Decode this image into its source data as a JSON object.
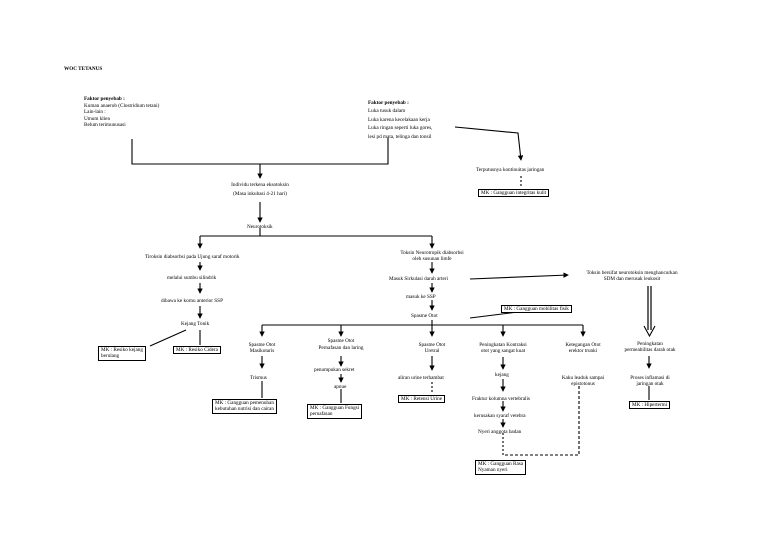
{
  "title": "WOC TETANUS",
  "cause_left": {
    "heading": "Faktor penyebab :",
    "lines": [
      "Kuman anaerob (Clostridium tetani)",
      "Lain-lain :",
      "Umum klien",
      "Belum terimunusasi"
    ]
  },
  "cause_right": {
    "heading": "Faktor penyebab :",
    "lines": [
      "Luka tusuk dalam",
      "Luka karena kecelakaan kerja",
      "Luka ringan seperti luka gores,",
      "lesi pd mata, telinga dan tonsil"
    ]
  },
  "skin": {
    "text": "Terputusnya kontinuitas jaringan",
    "dx": "MK : Gangguan  integritas kulit"
  },
  "main": {
    "individu": [
      "Individu terkena eksotoksin",
      "(Masa inkubasi 4-21 hari)"
    ],
    "neurotoksin": "Neurotoksik"
  },
  "left_branch": {
    "step1": "Tiroksin diabsorbsi pada Ujung saraf motorik",
    "step2": "melalui sumbu silindrik",
    "step3": "dibawa ke kornu anterior SSP",
    "step4": "Kejang Tonik",
    "dx1": [
      "MK : Resiko  kejang",
      "berulang"
    ],
    "dx2": "MK : Resiko Cidera"
  },
  "center_branch": {
    "step1": [
      "Toksin Neurotropik diabsorbsi",
      "oleh susunan limfe"
    ],
    "step2": "Masuk Sirkulasi darah arteri",
    "step3": "masuk ke SSP",
    "step4": "Spasme Otot",
    "dx_mobility": "MK : Gangguan mobilitas fisik"
  },
  "right_branch": {
    "text": [
      "Toksin bersifat neurotoksin menghancurkan",
      "SDM dan merusak leukosit"
    ],
    "perm": [
      "Peningkatan",
      "permeabilitas  darah otak"
    ],
    "infl": [
      "Proses inflamasi di",
      "jaringan otak"
    ],
    "dx": "MK : Hipertermi"
  },
  "spasms": [
    {
      "label": [
        "Spasme Otot",
        "Masikotaris"
      ],
      "next": "Trismus",
      "dx": [
        "MK : Gangguan pemenuhan",
        "kebutuhan nutrisi dan cairan"
      ]
    },
    {
      "label": [
        "Spasme Otot",
        "Pernafasan dan laring"
      ],
      "next": "penumpukan sekret",
      "next2": "apnue",
      "dx": [
        "MK : Gangguan Fungsi",
        "pernafasan"
      ]
    },
    {
      "label": [
        "Spasme Otot",
        "Uretral"
      ],
      "next": "aliran urine terhambat",
      "dx": [
        "MK : Retensi Urine"
      ]
    },
    {
      "label": [
        "Peningkatan Kontraksi",
        "otot yang sangat kuat"
      ],
      "next": "kejang",
      "next2": "Fraktur kolumna vertebralis",
      "next3": "kerusakan syaraf vetebra",
      "next4": "Nyeri anggota badan",
      "dx": [
        "MK : Gangguan Rasa",
        "Nyaman nyeri"
      ]
    },
    {
      "label": [
        "Ketegangan Otot",
        "erektor trunki"
      ],
      "next": [
        "Kaku leaduk sampai",
        "epistotonus"
      ]
    }
  ]
}
